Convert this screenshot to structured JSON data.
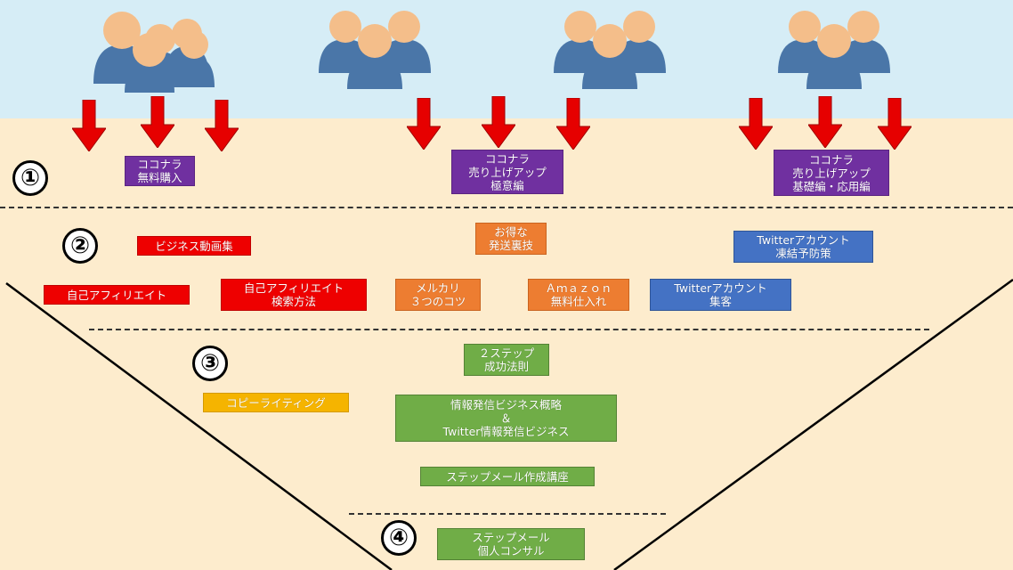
{
  "colors": {
    "sky": "#d6edf6",
    "background": "#fdeccd",
    "person": "#4a76a8",
    "head": "#f4be8a",
    "arrow": "#e60000",
    "purple": "#7030a0",
    "red": "#ee0000",
    "orange": "#ed7d31",
    "blue": "#4472c4",
    "yellow": "#f5b400",
    "green": "#70ad47"
  },
  "icons": {
    "people": "user-group-icon",
    "arrow": "arrow-down-icon"
  },
  "stages": [
    "①",
    "②",
    "③",
    "④"
  ],
  "tier1": {
    "coconala_free": "ココナラ\n無料購入",
    "sales_up_secret": "ココナラ\n売り上げアップ\n極意編",
    "sales_up_basic": "ココナラ\n売り上げアップ\n基礎編・応用編"
  },
  "tier2": {
    "business_videos": "ビジネス動画集",
    "self_affiliate": "自己アフィリエイト",
    "self_affiliate_search": "自己アフィリエイト\n検索方法",
    "mercari_tips": "メルカリ\n３つのコツ",
    "shipping_method": "お得な\n発送裏技",
    "amazon_free": "Ａｍａｚｏｎ\n無料仕入れ",
    "twitter_freeze": "Twitterアカウント\n凍結予防策",
    "twitter_gather": "Twitterアカウント\n集客"
  },
  "tier3": {
    "two_step": "２ステップ\n成功法則",
    "copywriting": "コピーライティング",
    "info_business": "情報発信ビジネス概略\n＆\nTwitter情報発信ビジネス",
    "step_mail_course": "ステップメール作成講座"
  },
  "tier4": {
    "consult": "ステップメール\n個人コンサル"
  }
}
